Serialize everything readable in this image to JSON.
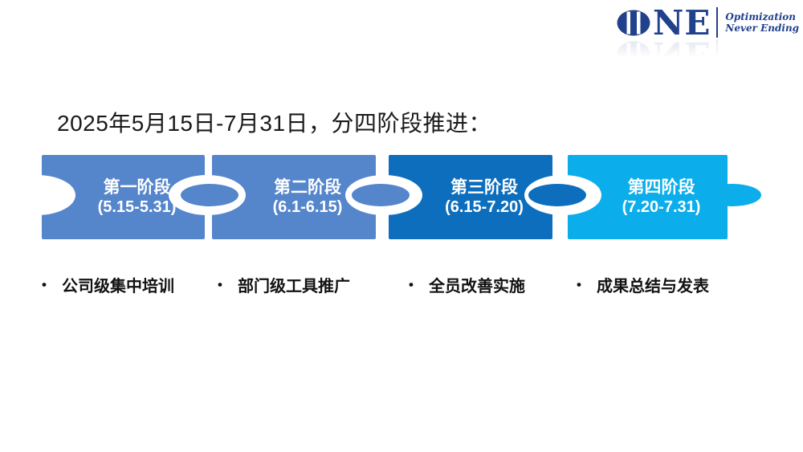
{
  "slide": {
    "title": "2025年5月15日-7月31日，分四阶段推进：",
    "bullet_marker": "•"
  },
  "logo": {
    "name_first_letter": "O",
    "name_rest": "NE",
    "tagline_line1": "Optimization",
    "tagline_line2": "Never Ending"
  },
  "colors": {
    "logo_navy": "#21418c",
    "phase12_blue": "#5585cb",
    "phase3_blue": "#0d6ebd",
    "phase4_cyan": "#0badea",
    "body_text": "#1a1a1a",
    "phase_text": "#ffffff"
  },
  "phases": [
    {
      "name": "第一阶段",
      "dates": "(5.15-5.31)",
      "bullet": "公司级集中培训",
      "color": "#5585cb"
    },
    {
      "name": "第二阶段",
      "dates": "(6.1-6.15)",
      "bullet": "部门级工具推广",
      "color": "#5585cb"
    },
    {
      "name": "第三阶段",
      "dates": "(6.15-7.20)",
      "bullet": "全员改善实施",
      "color": "#0d6ebd"
    },
    {
      "name": "第四阶段",
      "dates": "(7.20-7.31)",
      "bullet": "成果总结与发表",
      "color": "#0badea"
    }
  ]
}
